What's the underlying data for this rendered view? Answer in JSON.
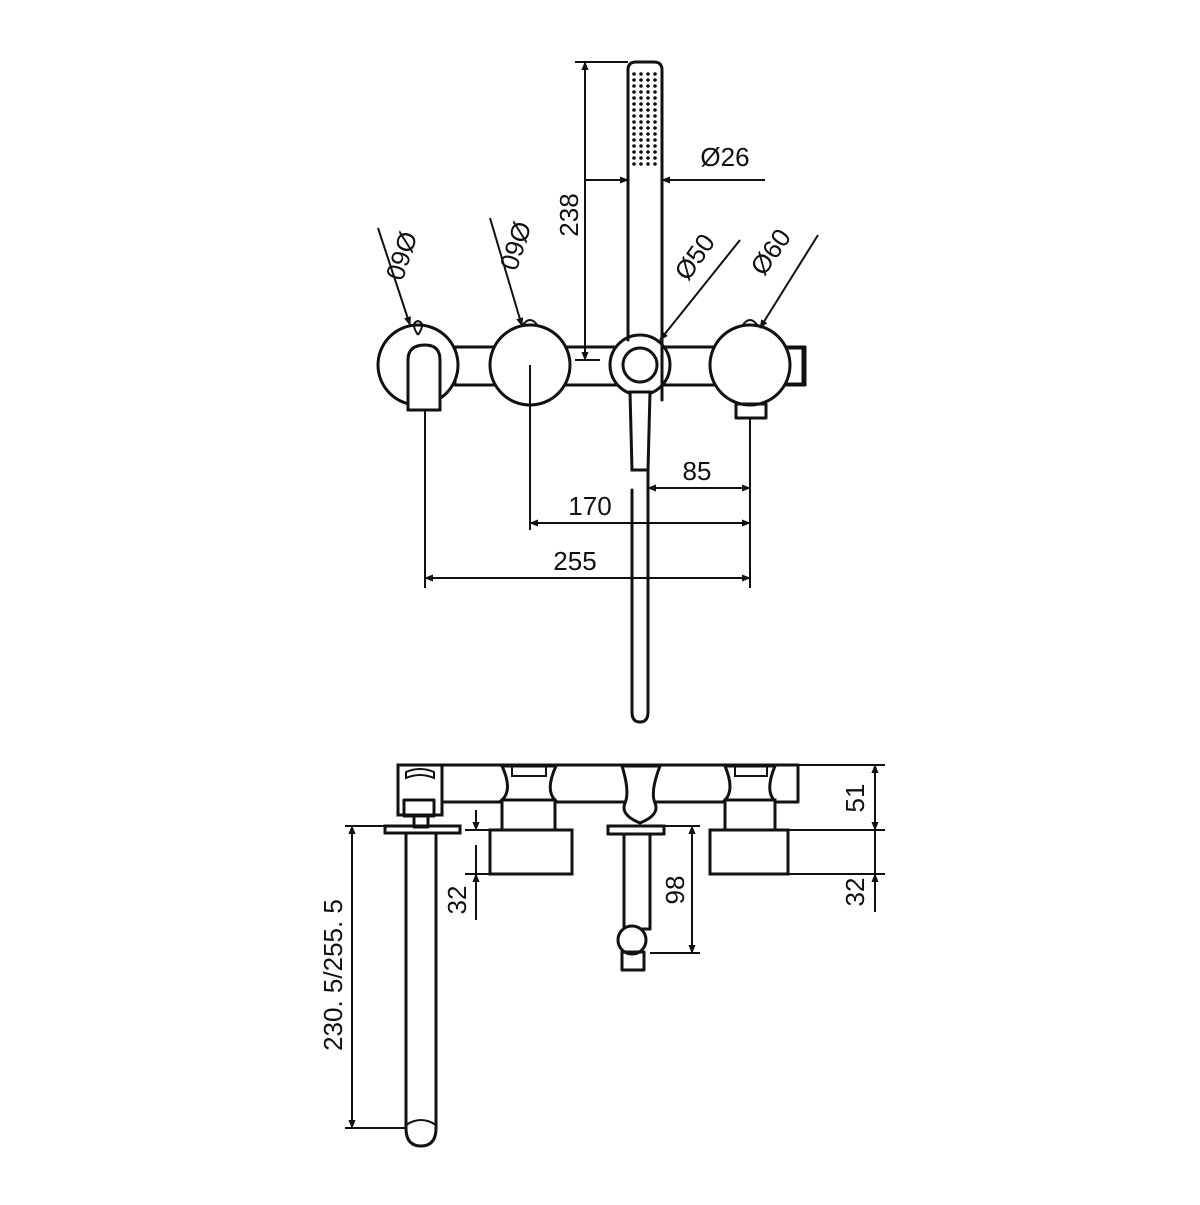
{
  "drawing": {
    "top_view": {
      "handshower_height": "238",
      "handshower_diameter": "Ø26",
      "spout_diameter": "Ø60",
      "hot_handle_diameter": "Ø60",
      "diverter_diameter": "Ø50",
      "cold_handle_diameter": "Ø60",
      "dim_85": "85",
      "dim_170": "170",
      "dim_255": "255"
    },
    "front_view": {
      "spout_length": "230. 5/255. 5",
      "body_height": "51",
      "flange_depth_right": "32",
      "flange_depth_left": "32",
      "hose_outlet_height": "98"
    }
  },
  "colors": {
    "line": "#111111",
    "background": "#ffffff"
  }
}
